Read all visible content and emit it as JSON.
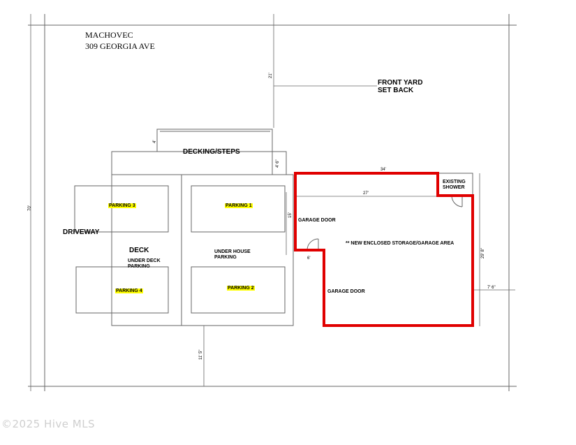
{
  "owner": {
    "name": "MACHOVEC",
    "address": "309 GEORGIA AVE"
  },
  "labels": {
    "front_yard": "FRONT YARD",
    "set_back": "SET BACK",
    "decking_steps": "DECKING/STEPS",
    "driveway": "DRIVEWAY",
    "deck": "DECK",
    "under_deck_1": "UNDER DECK",
    "under_deck_2": "PARKING",
    "under_house_1": "UNDER HOUSE",
    "under_house_2": "PARKING",
    "existing_1": "EXISTING",
    "existing_2": "SHOWER",
    "garage_door_1": "GARAGE DOOR",
    "garage_door_2": "GARAGE DOOR",
    "new_storage": "** NEW ENCLOSED STORAGE/GARAGE AREA"
  },
  "parking": {
    "p1": "PARKING 1",
    "p2": "PARKING 2",
    "p3": "PARKING 3",
    "p4": "PARKING 4"
  },
  "dimensions": {
    "lot_depth": "70'",
    "setback": "21'",
    "deck_step": "4'",
    "deck_gap": "4' 6\"",
    "width_top": "34'",
    "width_inner": "27'",
    "offset": "6'",
    "height_right": "29' 8\"",
    "side": "7' 6\"",
    "bottom": "11' 5\"",
    "garage_height": "15'"
  },
  "colors": {
    "highlight": "#ffff00",
    "outline": "#e00000",
    "line": "#555555"
  },
  "watermark": "©2025 Hive MLS"
}
